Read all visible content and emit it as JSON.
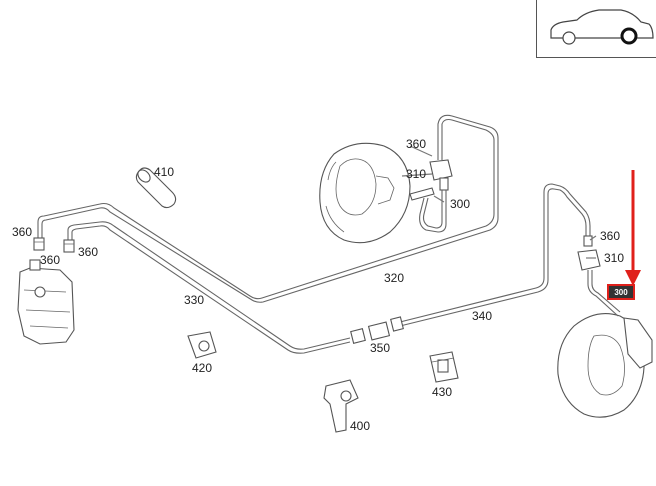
{
  "diagram": {
    "accent_color": "#e0201b",
    "labels": {
      "l410": "410",
      "l360a": "360",
      "l310a": "310",
      "l300": "300",
      "l360b": "360",
      "l360c": "360",
      "l360d": "360",
      "l310b": "310",
      "l320": "320",
      "l330": "330",
      "l340": "340",
      "l350": "350",
      "l420": "420",
      "l430": "430",
      "l400": "400",
      "l300_highlight": "300"
    },
    "icons": [
      "car-silhouette-icon",
      "red-arrow-icon"
    ]
  }
}
